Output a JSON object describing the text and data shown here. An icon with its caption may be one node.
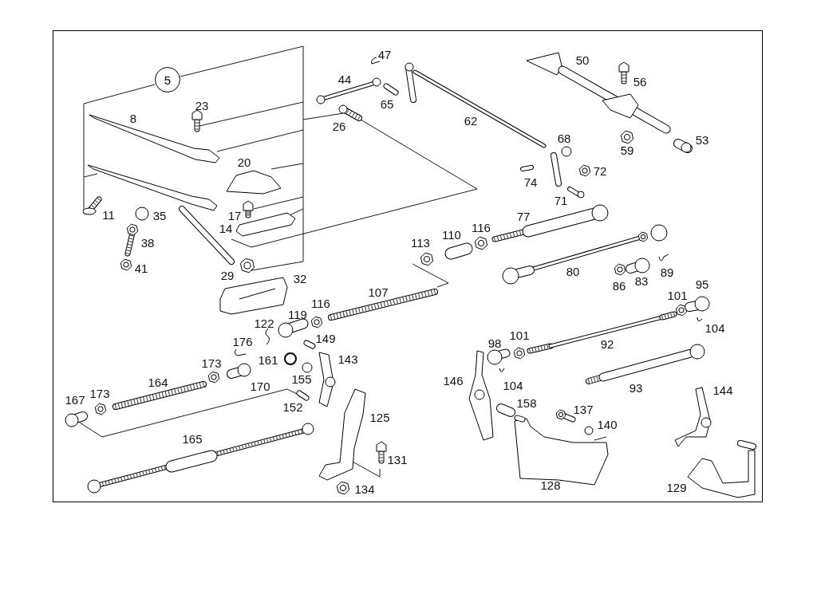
{
  "diagram": {
    "nodes": [
      {
        "text": [
          "5"
        ]
      }
    ],
    "labels": [
      "47",
      "50",
      "44",
      "56",
      "23",
      "65",
      "8",
      "62",
      "26",
      "68",
      "53",
      "59",
      "20",
      "72",
      "74",
      "71",
      "11",
      "35",
      "17",
      "77",
      "14",
      "116",
      "110",
      "113",
      "38",
      "41",
      "29",
      "80",
      "86",
      "83",
      "89",
      "32",
      "95",
      "107",
      "101",
      "116",
      "119",
      "122",
      "104",
      "176",
      "149",
      "98",
      "101",
      "92",
      "143",
      "161",
      "173",
      "104",
      "146",
      "155",
      "170",
      "93",
      "144",
      "164",
      "173",
      "167",
      "152",
      "158",
      "137",
      "140",
      "125",
      "165",
      "131",
      "129",
      "128",
      "134"
    ]
  }
}
